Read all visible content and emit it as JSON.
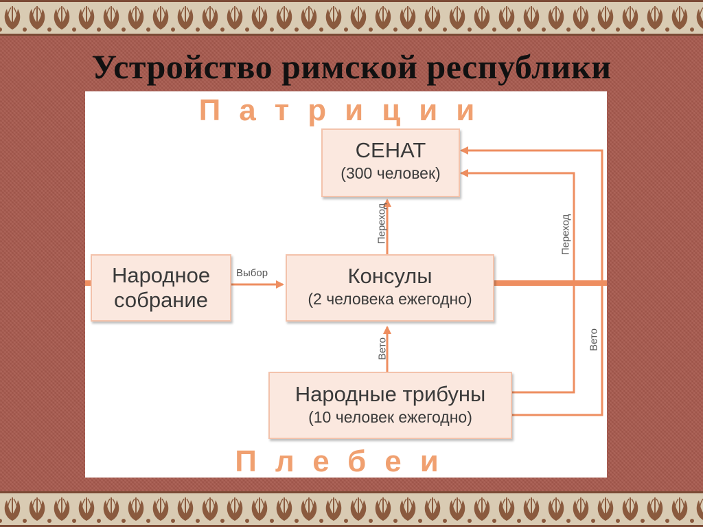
{
  "title": "Устройство римской республики",
  "diagram": {
    "top_class": "Патриции",
    "bottom_class": "Плебеи",
    "nodes": {
      "senate": {
        "line1": "СЕНАТ",
        "line2": "(300 человек)"
      },
      "consuls": {
        "line1": "Консулы",
        "line2": "(2 человека ежегодно)"
      },
      "assembly": {
        "line1": "Народное",
        "line2": "собрание"
      },
      "tribunes": {
        "line1": "Народные трибуны",
        "line2": "(10 человек ежегодно)"
      }
    },
    "edges": {
      "vybor": "Выбор",
      "perekhod_consuls": "Переход",
      "perekhod_tribunes": "Переход",
      "veto_consuls": "Вето",
      "veto_tribunes": "Вето"
    }
  },
  "colors": {
    "background": "#a85a4e",
    "arrow": "#ee8e60",
    "box_fill": "#fbe8df",
    "class_label": "#f0a070"
  }
}
